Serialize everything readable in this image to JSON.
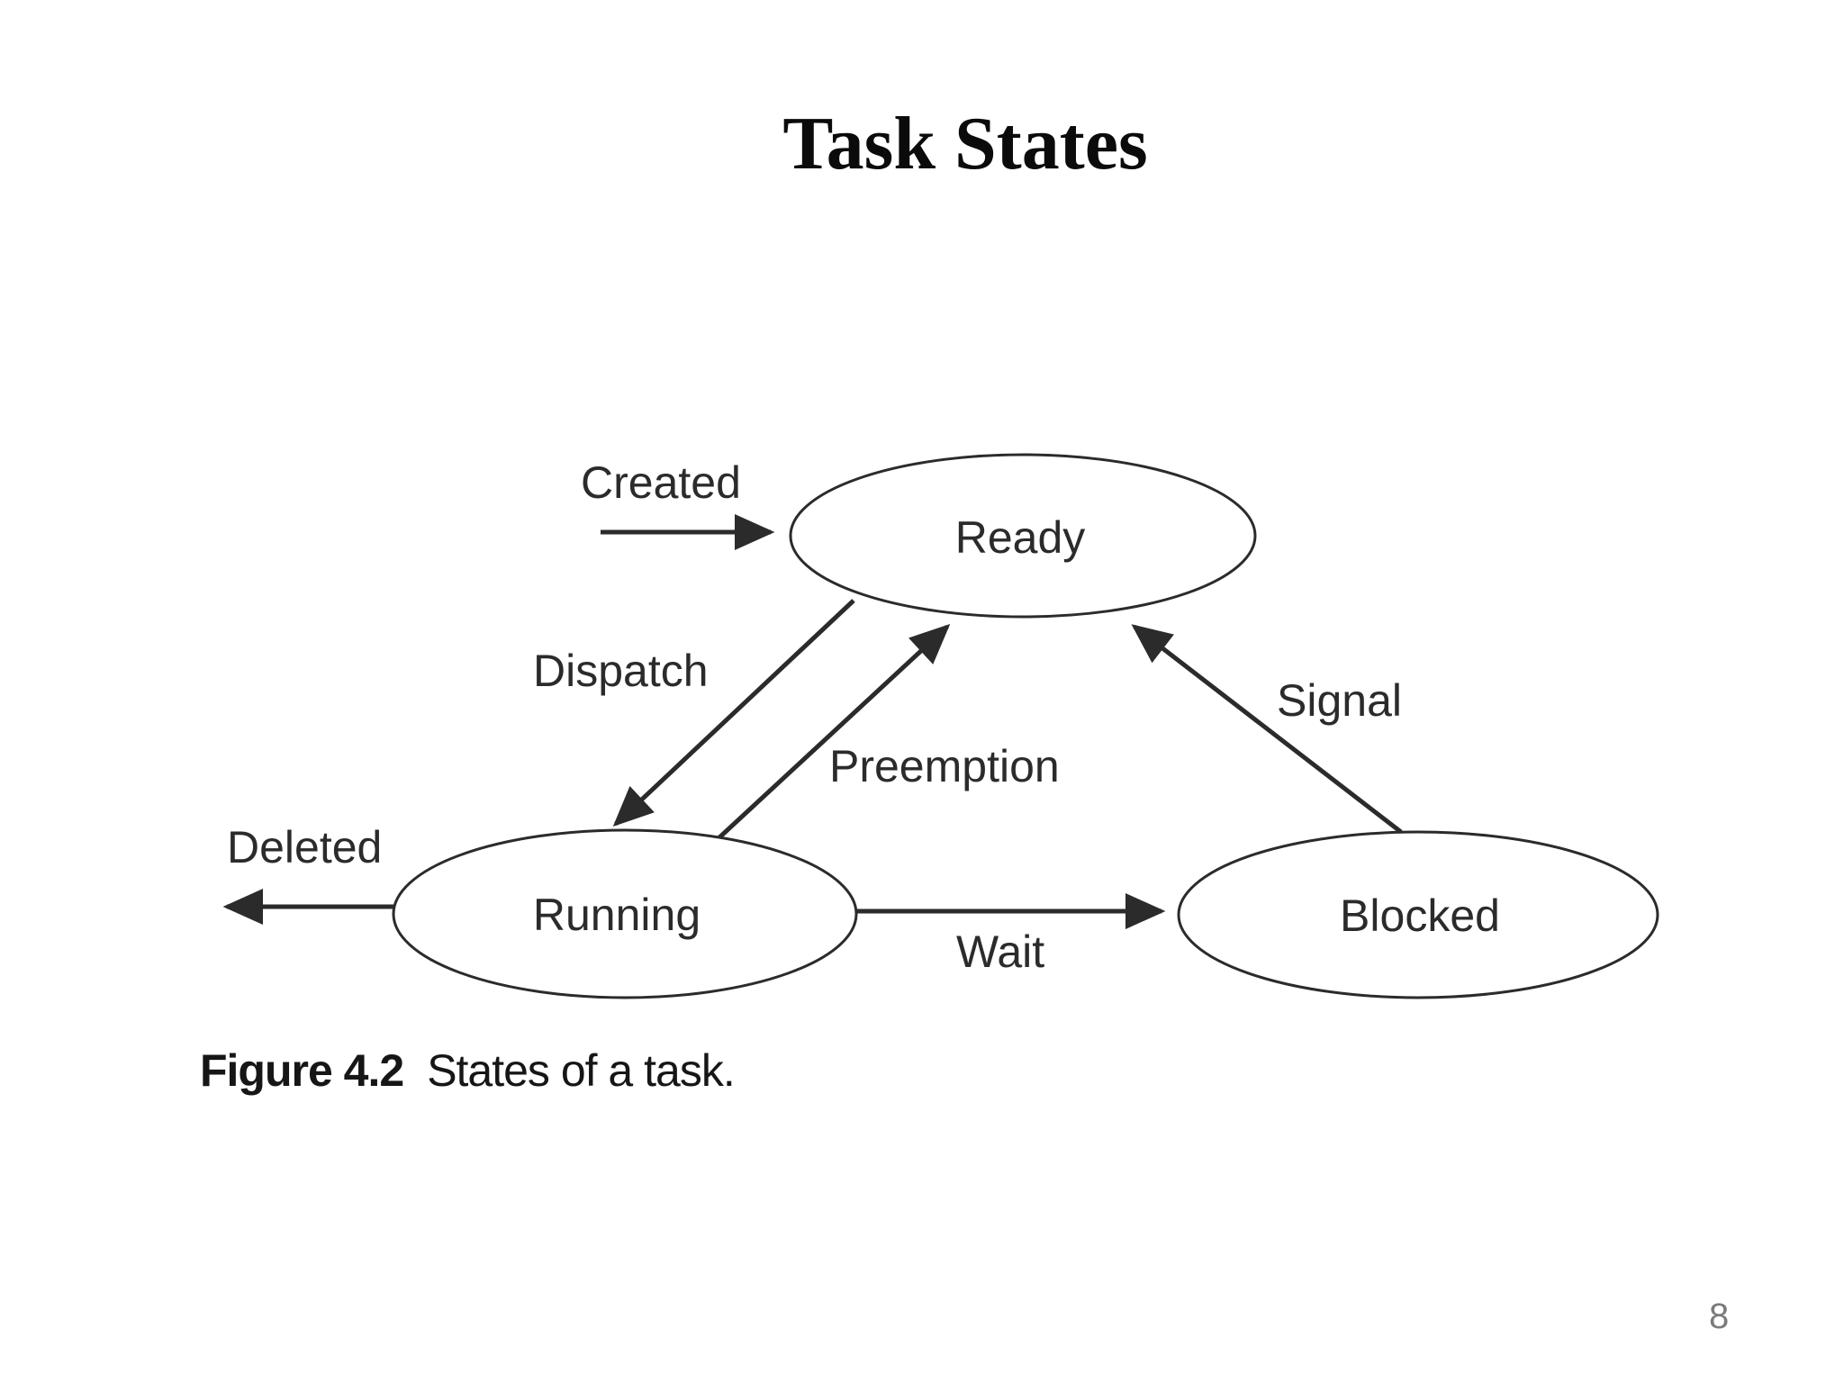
{
  "slide": {
    "title": "Task States",
    "page_number": "8"
  },
  "figure": {
    "caption_label": "Figure 4.2",
    "caption_text": "States of a task.",
    "diagram": {
      "type": "state-diagram",
      "ink_color": "#2b2b2b",
      "states": [
        {
          "label": "Ready"
        },
        {
          "label": "Running"
        },
        {
          "label": "Blocked"
        }
      ],
      "transitions": [
        {
          "label": "Created",
          "from": "start",
          "to": "Ready"
        },
        {
          "label": "Dispatch",
          "from": "Ready",
          "to": "Running"
        },
        {
          "label": "Preemption",
          "from": "Running",
          "to": "Ready"
        },
        {
          "label": "Signal",
          "from": "Blocked",
          "to": "Ready"
        },
        {
          "label": "Wait",
          "from": "Running",
          "to": "Blocked"
        },
        {
          "label": "Deleted",
          "from": "Running",
          "to": "end"
        }
      ]
    }
  }
}
